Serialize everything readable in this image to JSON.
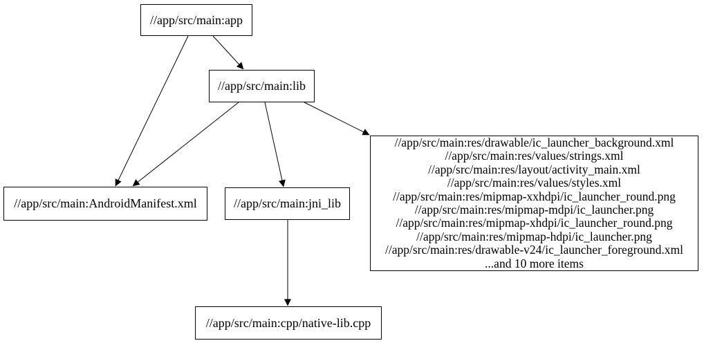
{
  "graph": {
    "nodes": {
      "app": {
        "label": "//app/src/main:app"
      },
      "lib": {
        "label": "//app/src/main:lib"
      },
      "manifest": {
        "label": "//app/src/main:AndroidManifest.xml"
      },
      "jni_lib": {
        "label": "//app/src/main:jni_lib"
      },
      "native_lib": {
        "label": "//app/src/main:cpp/native-lib.cpp"
      },
      "resources": {
        "lines": [
          "//app/src/main:res/drawable/ic_launcher_background.xml",
          "//app/src/main:res/values/strings.xml",
          "//app/src/main:res/layout/activity_main.xml",
          "//app/src/main:res/values/styles.xml",
          "//app/src/main:res/mipmap-xxhdpi/ic_launcher_round.png",
          "//app/src/main:res/mipmap-mdpi/ic_launcher.png",
          "//app/src/main:res/mipmap-xhdpi/ic_launcher_round.png",
          "//app/src/main:res/mipmap-hdpi/ic_launcher.png",
          "//app/src/main:res/drawable-v24/ic_launcher_foreground.xml",
          "...and 10 more items"
        ]
      }
    },
    "edges": [
      {
        "from": "app",
        "to": "lib"
      },
      {
        "from": "app",
        "to": "manifest"
      },
      {
        "from": "lib",
        "to": "manifest"
      },
      {
        "from": "lib",
        "to": "jni_lib"
      },
      {
        "from": "lib",
        "to": "resources"
      },
      {
        "from": "jni_lib",
        "to": "native_lib"
      }
    ],
    "colors": {
      "background": "#ffffff",
      "node_fill": "#ffffff",
      "node_border": "#000000",
      "edge": "#000000",
      "text": "#000000"
    }
  }
}
